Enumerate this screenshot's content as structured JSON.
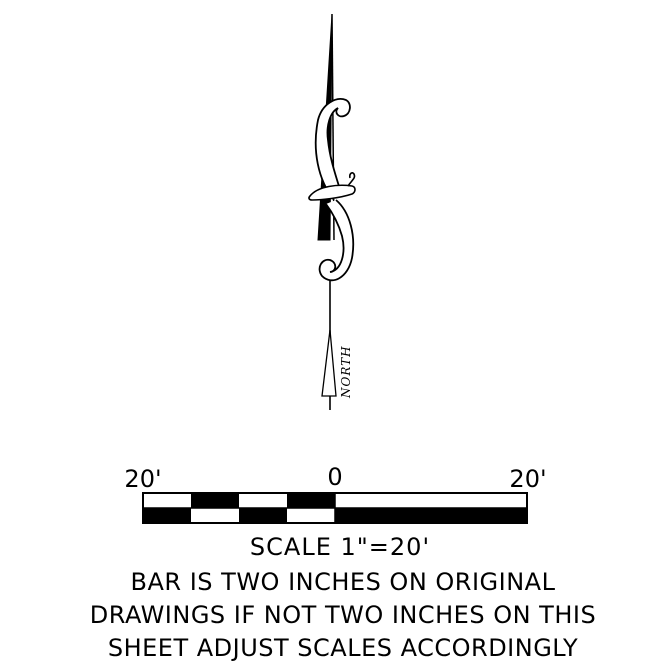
{
  "north_arrow": {
    "label": "NORTH"
  },
  "scale_bar": {
    "left_label": "20'",
    "center_label": "0",
    "right_label": "20'",
    "scale_text": "SCALE  1\"=20'"
  },
  "note": {
    "line1": "BAR IS TWO INCHES ON ORIGINAL",
    "line2": "DRAWINGS IF NOT TWO INCHES ON THIS",
    "line3": "SHEET ADJUST SCALES ACCORDINGLY"
  }
}
